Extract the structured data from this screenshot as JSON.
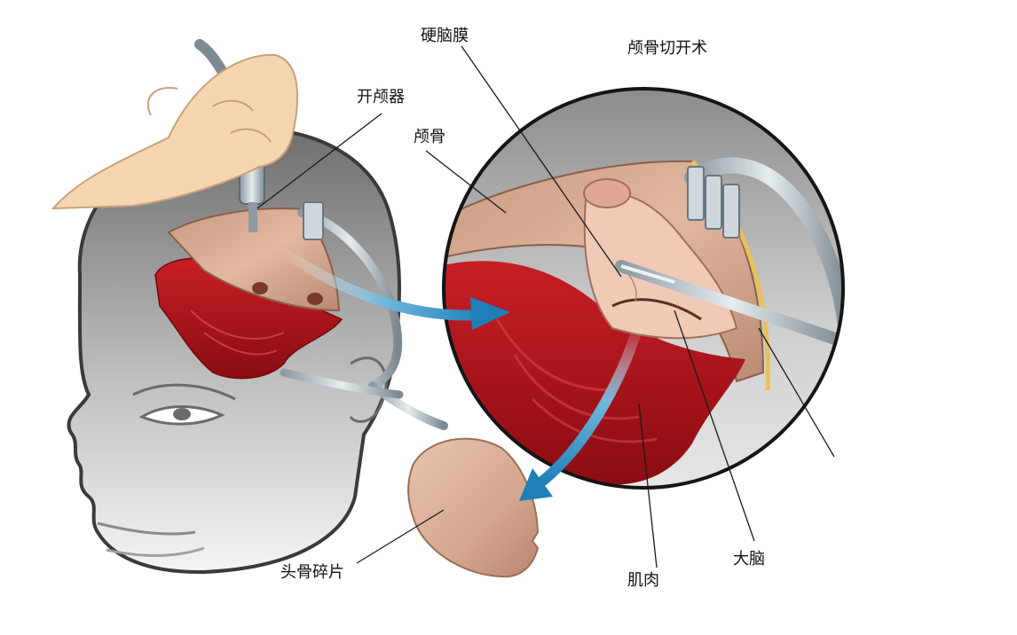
{
  "title": "颅骨切开术",
  "labels": {
    "craniotome": "开颅器",
    "dura": "硬脑膜",
    "skull": "颅骨",
    "bone_flap": "头骨碎片",
    "muscle": "肌肉",
    "brain": "大脑"
  },
  "colors": {
    "muscle": "#b5141b",
    "bone": "#d8aa91",
    "skin": "#f6d6b0",
    "arrow": "#2d8fc4",
    "retractor": "#c8d2d8",
    "leader": "#1a1a1a"
  },
  "icons": {
    "head": "head-silhouette-icon",
    "hand": "hand-with-drill-icon",
    "retractor": "retractor-icon",
    "scalpel": "scalpel-icon"
  }
}
